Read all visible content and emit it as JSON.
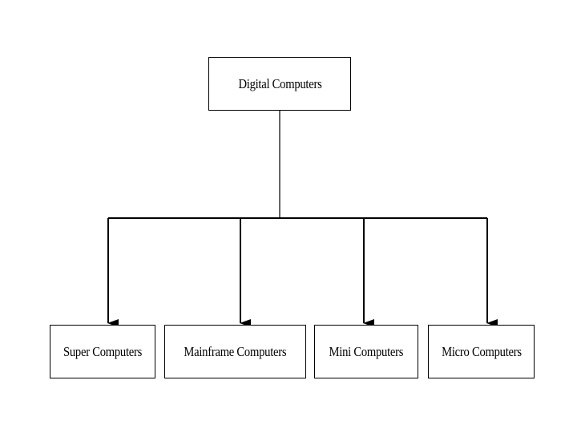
{
  "diagram": {
    "root": {
      "label": "Digital Computers"
    },
    "children": [
      {
        "label": "Super Computers"
      },
      {
        "label": "Mainframe Computers"
      },
      {
        "label": "Mini Computers"
      },
      {
        "label": "Micro Computers"
      }
    ]
  },
  "colors": {
    "line": "#000000",
    "box_border": "#000000",
    "background": "#ffffff"
  }
}
